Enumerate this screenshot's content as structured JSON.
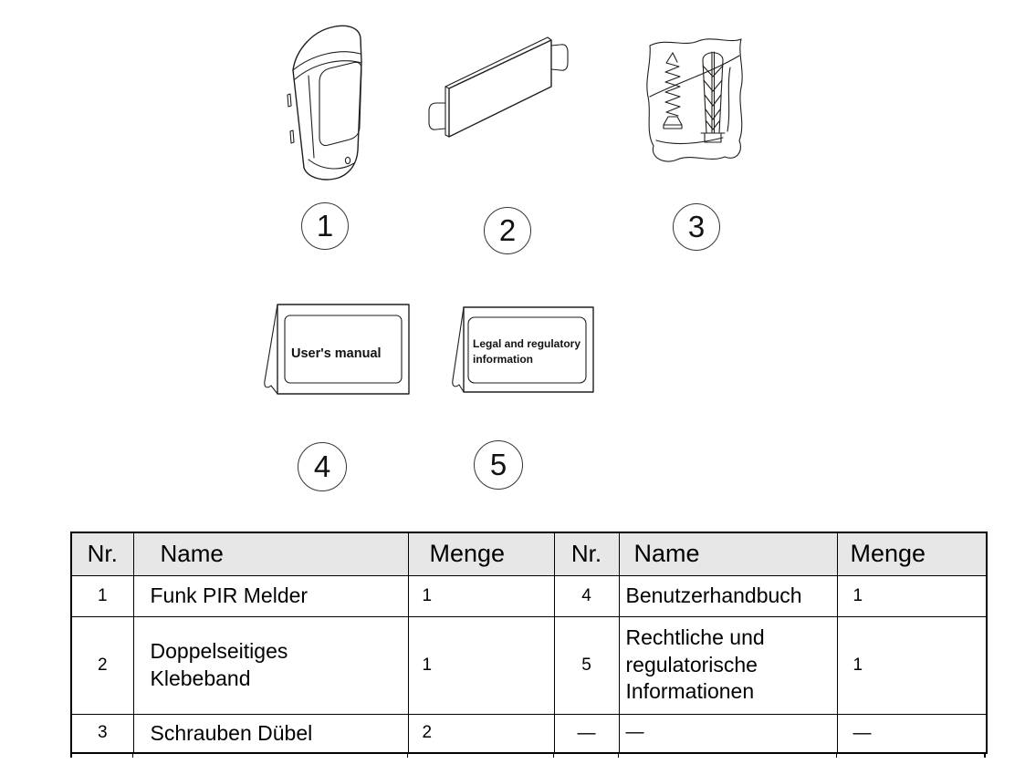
{
  "figures": {
    "numbers": [
      "1",
      "2",
      "3",
      "4",
      "5"
    ]
  },
  "booklets": {
    "manual_label": "User's manual",
    "legal_lines": [
      "Legal and regulatory",
      "information"
    ]
  },
  "table": {
    "header_bg": "#e7e7e7",
    "headers": [
      "Nr.",
      "Name",
      "Menge",
      "Nr.",
      "Name",
      "Menge"
    ],
    "rows": [
      [
        "1",
        "Funk PIR Melder",
        "1",
        "4",
        "Benutzerhandbuch",
        "1"
      ],
      [
        "2",
        "Doppelseitiges\nKlebeband",
        "1",
        "5",
        "Rechtliche und\nregulatorische\nInformationen",
        "1"
      ],
      [
        "3",
        "Schrauben Dübel",
        "2",
        "—",
        "—",
        "—"
      ]
    ]
  }
}
